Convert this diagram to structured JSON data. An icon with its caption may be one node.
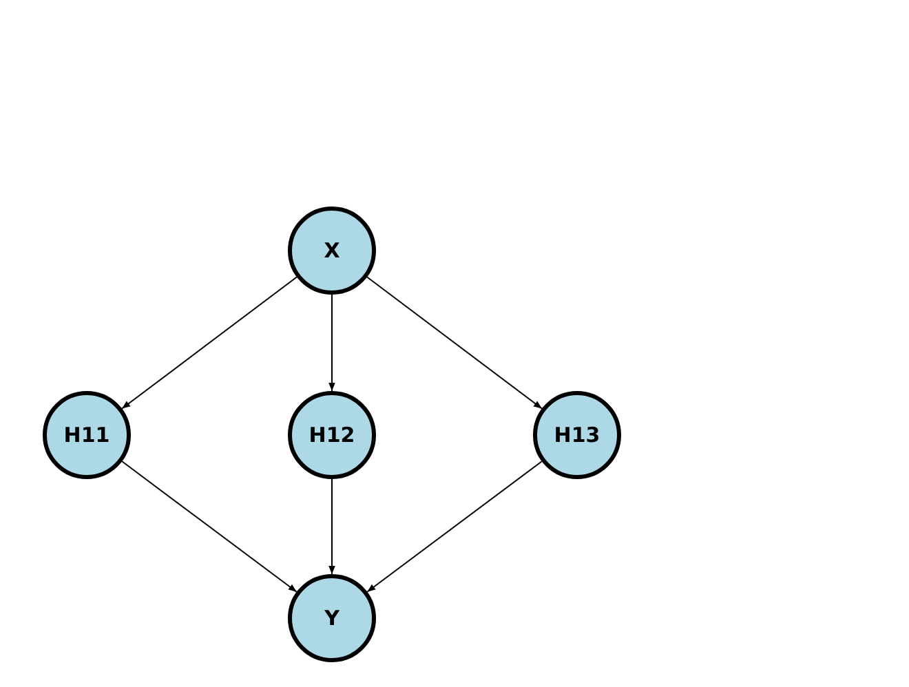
{
  "diagram": {
    "nodes": [
      {
        "text": [
          "X"
        ]
      },
      {
        "text": [
          "H11"
        ]
      },
      {
        "text": [
          "H12"
        ]
      },
      {
        "text": [
          "H13"
        ]
      },
      {
        "text": [
          "Y"
        ]
      }
    ],
    "edges": [
      {
        "from": 0,
        "to": 1,
        "arrow": "to"
      },
      {
        "from": 0,
        "to": 2,
        "arrow": "to"
      },
      {
        "from": 0,
        "to": 3,
        "arrow": "to"
      },
      {
        "from": 1,
        "to": 4,
        "arrow": "to"
      },
      {
        "from": 2,
        "to": 4,
        "arrow": "to"
      },
      {
        "from": 3,
        "to": 4,
        "arrow": "to"
      }
    ]
  }
}
